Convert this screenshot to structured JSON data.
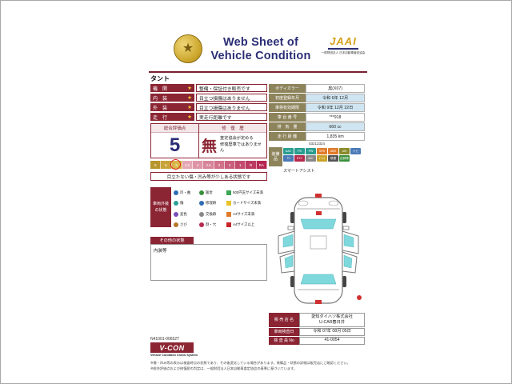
{
  "colors": {
    "maroon": "#8b2433",
    "navy": "#2b2d75",
    "olive": "#8e845c",
    "gold": "#d4a017",
    "light_blue": "#cfe6f2",
    "glass_teal": "#7fd8dc",
    "damage_red": "#d03030"
  },
  "header": {
    "title_line1": "Web Sheet of",
    "title_line2": "Vehicle Condition",
    "emblem_star": "★",
    "jaai_logo": "JAAI",
    "jaai_subtitle": "一般財団法人 日本自動車査定協会"
  },
  "car_name": "タント",
  "ratings": [
    {
      "label": "機　関",
      "star": "★",
      "text": "整備・保証付き販売です"
    },
    {
      "label": "内　装",
      "star": "★",
      "text": "目立つ損傷はありません"
    },
    {
      "label": "外　装",
      "star": "★",
      "text": "目立つ損傷はありません"
    },
    {
      "label": "走　行",
      "star": "★",
      "text": "実走行距離です"
    }
  ],
  "evaluation": {
    "score_label": "総合評価点",
    "score": "5",
    "repair_label": "修　復　歴",
    "repair_value": "無",
    "repair_text_line1": "査定協会が定める",
    "repair_text_line2": "修復歴車ではありません"
  },
  "scale": {
    "segments": [
      {
        "label": "S",
        "color": "#b8962e"
      },
      {
        "label": "6",
        "color": "#c8a438"
      },
      {
        "label": "5",
        "color": "#d8b748"
      },
      {
        "label": "4.5",
        "color": "#e4a8b4"
      },
      {
        "label": "4",
        "color": "#de96a6"
      },
      {
        "label": "3.5",
        "color": "#d88498"
      },
      {
        "label": "3",
        "color": "#d1718a"
      },
      {
        "label": "2",
        "color": "#ca5f7c"
      },
      {
        "label": "1",
        "color": "#c34c6e"
      },
      {
        "label": "R",
        "color": "#bc3a60"
      },
      {
        "label": "RA",
        "color": "#b52752"
      }
    ],
    "highlighted": "5",
    "note": "目立たない傷・凹み等が少しある状態です"
  },
  "info_table": {
    "rows": [
      {
        "label": "ボディカラー",
        "value": "黒(X07)",
        "bg": "#ffffff"
      },
      {
        "label": "初度登録年月",
        "value": "令和 6年 12月",
        "bg": "#cfe6f2"
      },
      {
        "label": "車検有効期限",
        "value": "令和 9年 12月 22日",
        "bg": "#cfe6f2"
      },
      {
        "label": "車 台 番 号",
        "value": "***918",
        "bg": "#ffffff"
      },
      {
        "label": "排　気　量",
        "value": "660 cc",
        "bg": "#cfe6f2"
      },
      {
        "label": "走 行 距 離",
        "value": "1,835 km",
        "bg": "#ffffff"
      }
    ],
    "code": "03212324"
  },
  "equipment": {
    "label": "装備品",
    "badges": [
      {
        "label": "AAC",
        "color": "#2a9d8f"
      },
      {
        "label": "PS",
        "color": "#2a9d8f"
      },
      {
        "label": "PW",
        "color": "#2a9d8f"
      },
      {
        "label": "SRS",
        "color": "#e07b2a"
      },
      {
        "label": "ABS",
        "color": "#e07b2a"
      },
      {
        "label": "AW",
        "color": "#8a8a2a"
      },
      {
        "label": "ナビ",
        "color": "#4a7ab5"
      },
      {
        "label": "TV",
        "color": "#4a7ab5"
      },
      {
        "label": "ETC",
        "color": "#b5294c"
      },
      {
        "label": "B/C",
        "color": "#888888"
      },
      {
        "label": "ｷｰﾚｽ",
        "color": "#c9a227"
      },
      {
        "label": "禁煙",
        "color": "#555555"
      },
      {
        "label": "記録簿",
        "color": "#3a8f3a"
      }
    ],
    "note": "スマートアシスト"
  },
  "exterior_legend": {
    "title_line1": "車両外装",
    "title_line2": "の状態",
    "col1": [
      {
        "label": "凹・曲",
        "color": "#2f6db5"
      },
      {
        "label": "傷",
        "color": "#2aa198"
      },
      {
        "label": "変色",
        "color": "#7a4fb5"
      },
      {
        "label": "さび",
        "color": "#b5762a"
      }
    ],
    "col2": [
      {
        "label": "鈑金",
        "color": "#3a8f3a"
      },
      {
        "label": "修理跡",
        "color": "#2f6db5"
      },
      {
        "label": "交換跡",
        "color": "#888888"
      },
      {
        "label": "割・穴",
        "color": "#b5294c"
      }
    ],
    "sizes": [
      {
        "label": "500円玉サイズ未満",
        "color": "#3aa655"
      },
      {
        "label": "カードサイズ未満",
        "color": "#e8c32a"
      },
      {
        "label": "A4サイズ未満",
        "color": "#e07b2a"
      },
      {
        "label": "A4サイズ以上",
        "color": "#c8242a"
      }
    ]
  },
  "other_state": {
    "title": "その他の状態",
    "content": "内装等"
  },
  "dealer_table": {
    "rows": [
      {
        "label": "販 売 店 名",
        "value_line1": "愛知ダイハツ株式会社",
        "value_line2": "U-CAR春日井"
      },
      {
        "label": "車両検査日",
        "value": "令和 07年 08月 05日"
      },
      {
        "label": "検 査 員 No",
        "value": "41-0054"
      }
    ]
  },
  "footer": {
    "doc_no": "N41001-00652T",
    "vcon": "V-CON",
    "vcon_sub": "Vehicle Condition Check System",
    "fine_print_1": "※傷・凹み等の表示は検査時点の状態であり、その後変化している場合があります。装備品・状態の詳細は販売店にご確認ください。",
    "fine_print_2": "※総合評価点および修復歴の判定は、一般財団法人日本自動車査定協会の基準に基づいています。"
  }
}
